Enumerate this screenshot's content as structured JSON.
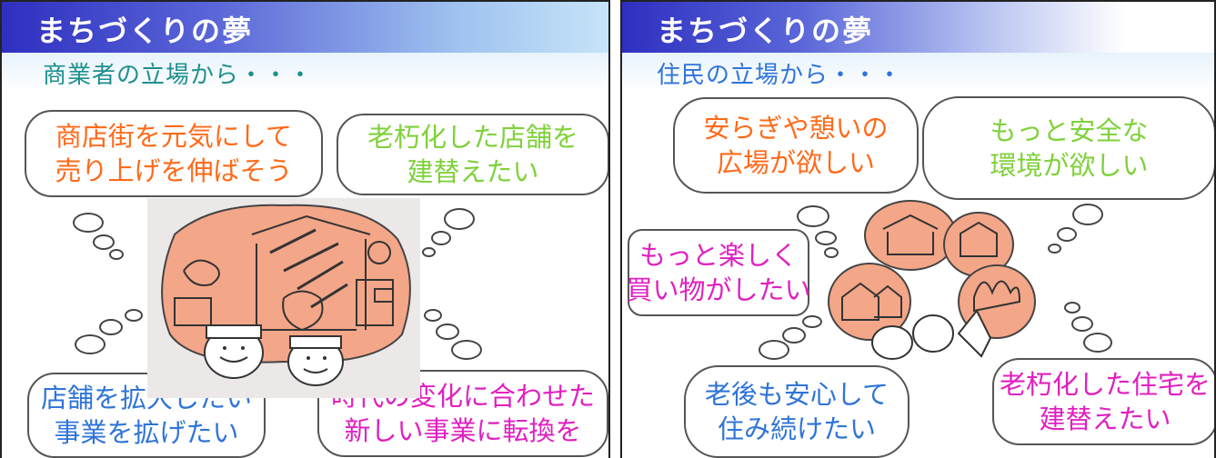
{
  "colors": {
    "orange": "#ff6a1a",
    "green": "#7fd13a",
    "blue": "#2f74d8",
    "magenta": "#e020c0",
    "teal": "#1f8f8f",
    "illustration_fill": "#f4a688"
  },
  "left": {
    "title": "まちづくりの夢",
    "subtitle": "商業者の立場から・・・",
    "bubbles": {
      "top_left": {
        "line1": "商店街を元気にして",
        "line2": "売り上げを伸ばそう"
      },
      "top_right": {
        "line1": "老朽化した店舗を",
        "line2": "建替えたい"
      },
      "bottom_left": {
        "line1": "店舗を拡大したい",
        "line2": "事業を拡げたい"
      },
      "bottom_right": {
        "line1": "時代の変化に合わせた",
        "line2": "新しい事業に転換を"
      }
    }
  },
  "right": {
    "title": "まちづくりの夢",
    "subtitle": "住民の立場から・・・",
    "bubbles": {
      "top_left": {
        "line1": "安らぎや憩いの",
        "line2": "広場が欲しい"
      },
      "top_right": {
        "line1": "もっと安全な",
        "line2": "環境が欲しい"
      },
      "middle_left": {
        "line1": "もっと楽しく",
        "line2": "買い物がしたい"
      },
      "bottom_left": {
        "line1": "老後も安心して",
        "line2": "住み続けたい"
      },
      "bottom_right": {
        "line1": "老朽化した住宅を",
        "line2": "建替えたい"
      }
    }
  }
}
